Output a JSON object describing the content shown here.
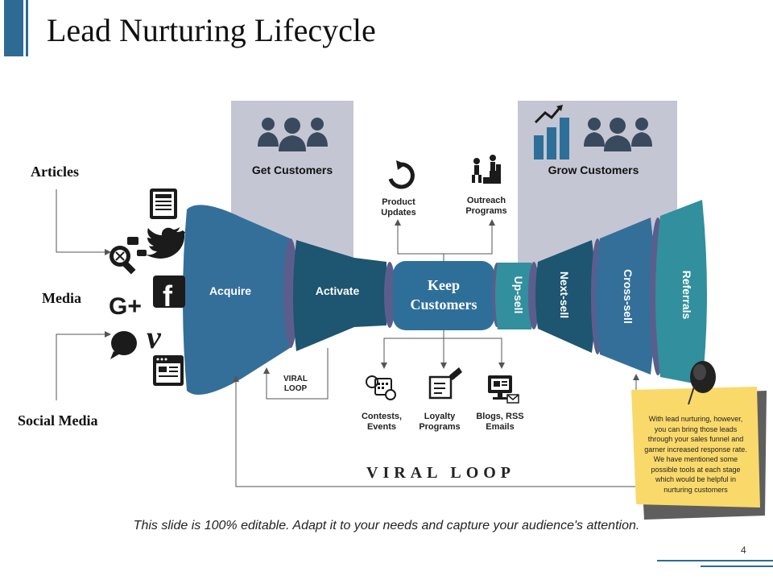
{
  "title": "Lead Nurturing Lifecycle",
  "sources": {
    "articles": "Articles",
    "media": "Media",
    "social_media": "Social Media"
  },
  "stages": {
    "get_customers": "Get Customers",
    "grow_customers": "Grow Customers"
  },
  "funnel": {
    "acquire": "Acquire",
    "activate": "Activate",
    "keep_line1": "Keep",
    "keep_line2": "Customers",
    "upsell": "Up-sell",
    "nextsell": "Next-sell",
    "crosssell": "Cross-sell",
    "referrals": "Referrals"
  },
  "keep_tools_top": {
    "product_updates_1": "Product",
    "product_updates_2": "Updates",
    "outreach_1": "Outreach",
    "outreach_2": "Programs"
  },
  "keep_tools_bottom": {
    "contests_1": "Contests,",
    "contests_2": "Events",
    "loyalty_1": "Loyalty",
    "loyalty_2": "Programs",
    "blogs_1": "Blogs, RSS",
    "blogs_2": "Emails"
  },
  "viral_loop_small_1": "VIRAL",
  "viral_loop_small_2": "LOOP",
  "viral_loop_big": "VIRAL LOOP",
  "note": {
    "line1": "With lead nurturing, however,",
    "line2": "you can bring those leads",
    "line3": "through your sales funnel and",
    "line4": "garner increased response rate.",
    "line5": "We have mentioned some",
    "line6": "possible tools at each stage",
    "line7": "which would be helpful in",
    "line8": "nurturing customers"
  },
  "footer": "This slide is 100% editable. Adapt it to your needs and capture your audience's attention.",
  "page_number": "4",
  "icons": [
    "newspaper-icon",
    "twitter-icon",
    "microphone-icon",
    "google-plus-icon",
    "facebook-icon",
    "chat-bubble-icon",
    "vimeo-icon",
    "web-page-icon",
    "team-icon",
    "growth-chart-icon",
    "refresh-icon",
    "climbing-stairs-icon",
    "calendar-icon",
    "loyalty-card-icon",
    "monitor-email-icon",
    "pushpin-icon"
  ],
  "colors": {
    "accent_blue": "#2e6f9a",
    "dark_teal": "#1e5570",
    "panel_gray": "#c5c6d4",
    "separator_purple": "#5b5e8c",
    "note_yellow": "#fad96b",
    "icon_dark": "#1b1b1b"
  }
}
